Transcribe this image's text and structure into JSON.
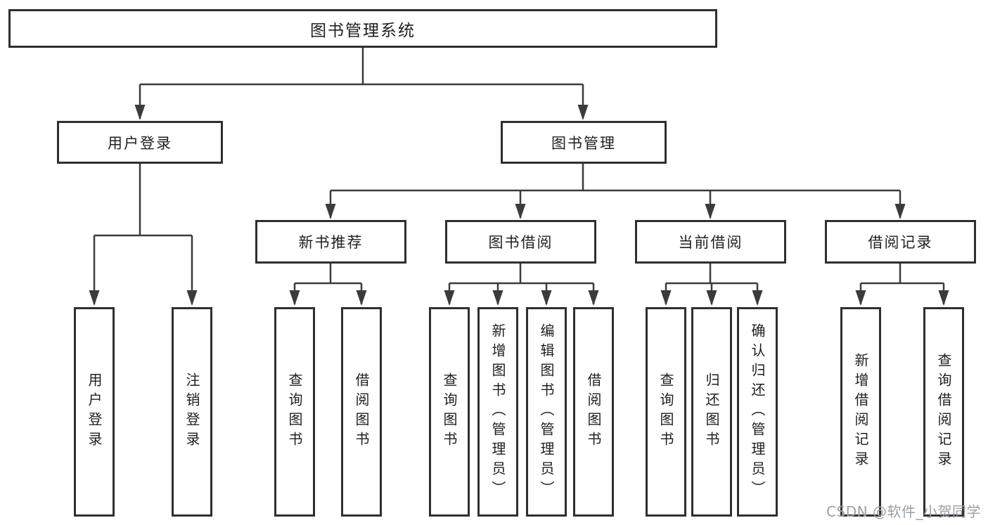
{
  "diagram": {
    "root_label": "图书管理系统",
    "branches": [
      {
        "label": "用户登录",
        "children": [
          "用户登录",
          "注销登录"
        ]
      },
      {
        "label": "图书管理",
        "children": [
          {
            "label": "新书推荐",
            "children": [
              "查询图书",
              "借阅图书"
            ]
          },
          {
            "label": "图书借阅",
            "children": [
              "查询图书",
              "新增图书（管理员）",
              "编辑图书（管理员）",
              "借阅图书"
            ]
          },
          {
            "label": "当前借阅",
            "children": [
              "查询图书",
              "归还图书",
              "确认归还（管理员）"
            ]
          },
          {
            "label": "借阅记录",
            "children": [
              "新增借阅记录",
              "查询借阅记录"
            ]
          }
        ]
      }
    ]
  },
  "watermark": "CSDN @软件_小贺同学",
  "colors": {
    "line": "#3b3b3b",
    "box_border": "#2f2f2f",
    "text": "#1f1f1f",
    "watermark_text": "#9aa0a6",
    "background": "#ffffff"
  }
}
